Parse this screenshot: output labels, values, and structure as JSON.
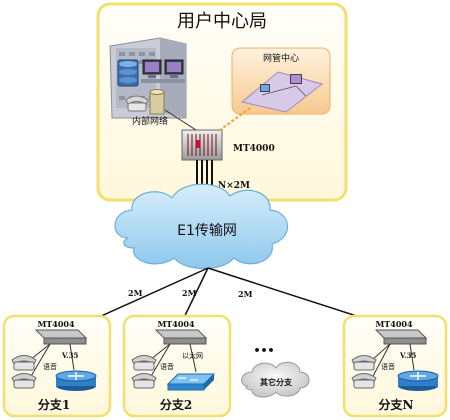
{
  "hq": {
    "title": "用户中心局",
    "lan_label": "内部网络",
    "nms_label": "网管中心",
    "device_label": "MT4000",
    "uplink_label": "N×2M"
  },
  "network": {
    "label": "E1传输网"
  },
  "links": {
    "link1": "2M",
    "link2": "2M",
    "link3": "2M"
  },
  "branches": [
    {
      "device": "MT4004",
      "phone_label": "语音",
      "port_label": "V.35",
      "name": "分支1"
    },
    {
      "device": "MT4004",
      "phone_label": "语音",
      "port_label": "以太网",
      "name": "分支2"
    },
    {
      "device": "MT4004",
      "phone_label": "语音",
      "port_label": "V.35",
      "name": "分支N"
    }
  ],
  "other": {
    "label": "其它分支",
    "dots": "•••"
  },
  "colors": {
    "box_border": "#f5e27a",
    "box_fill": "#fffdf3",
    "nms_fill": "#fbdcae",
    "cloud_fill": "#b9dff5",
    "router_blue": "#2f7fc9",
    "switch_blue": "#3f9de0",
    "accent_red": "#c8102e"
  }
}
